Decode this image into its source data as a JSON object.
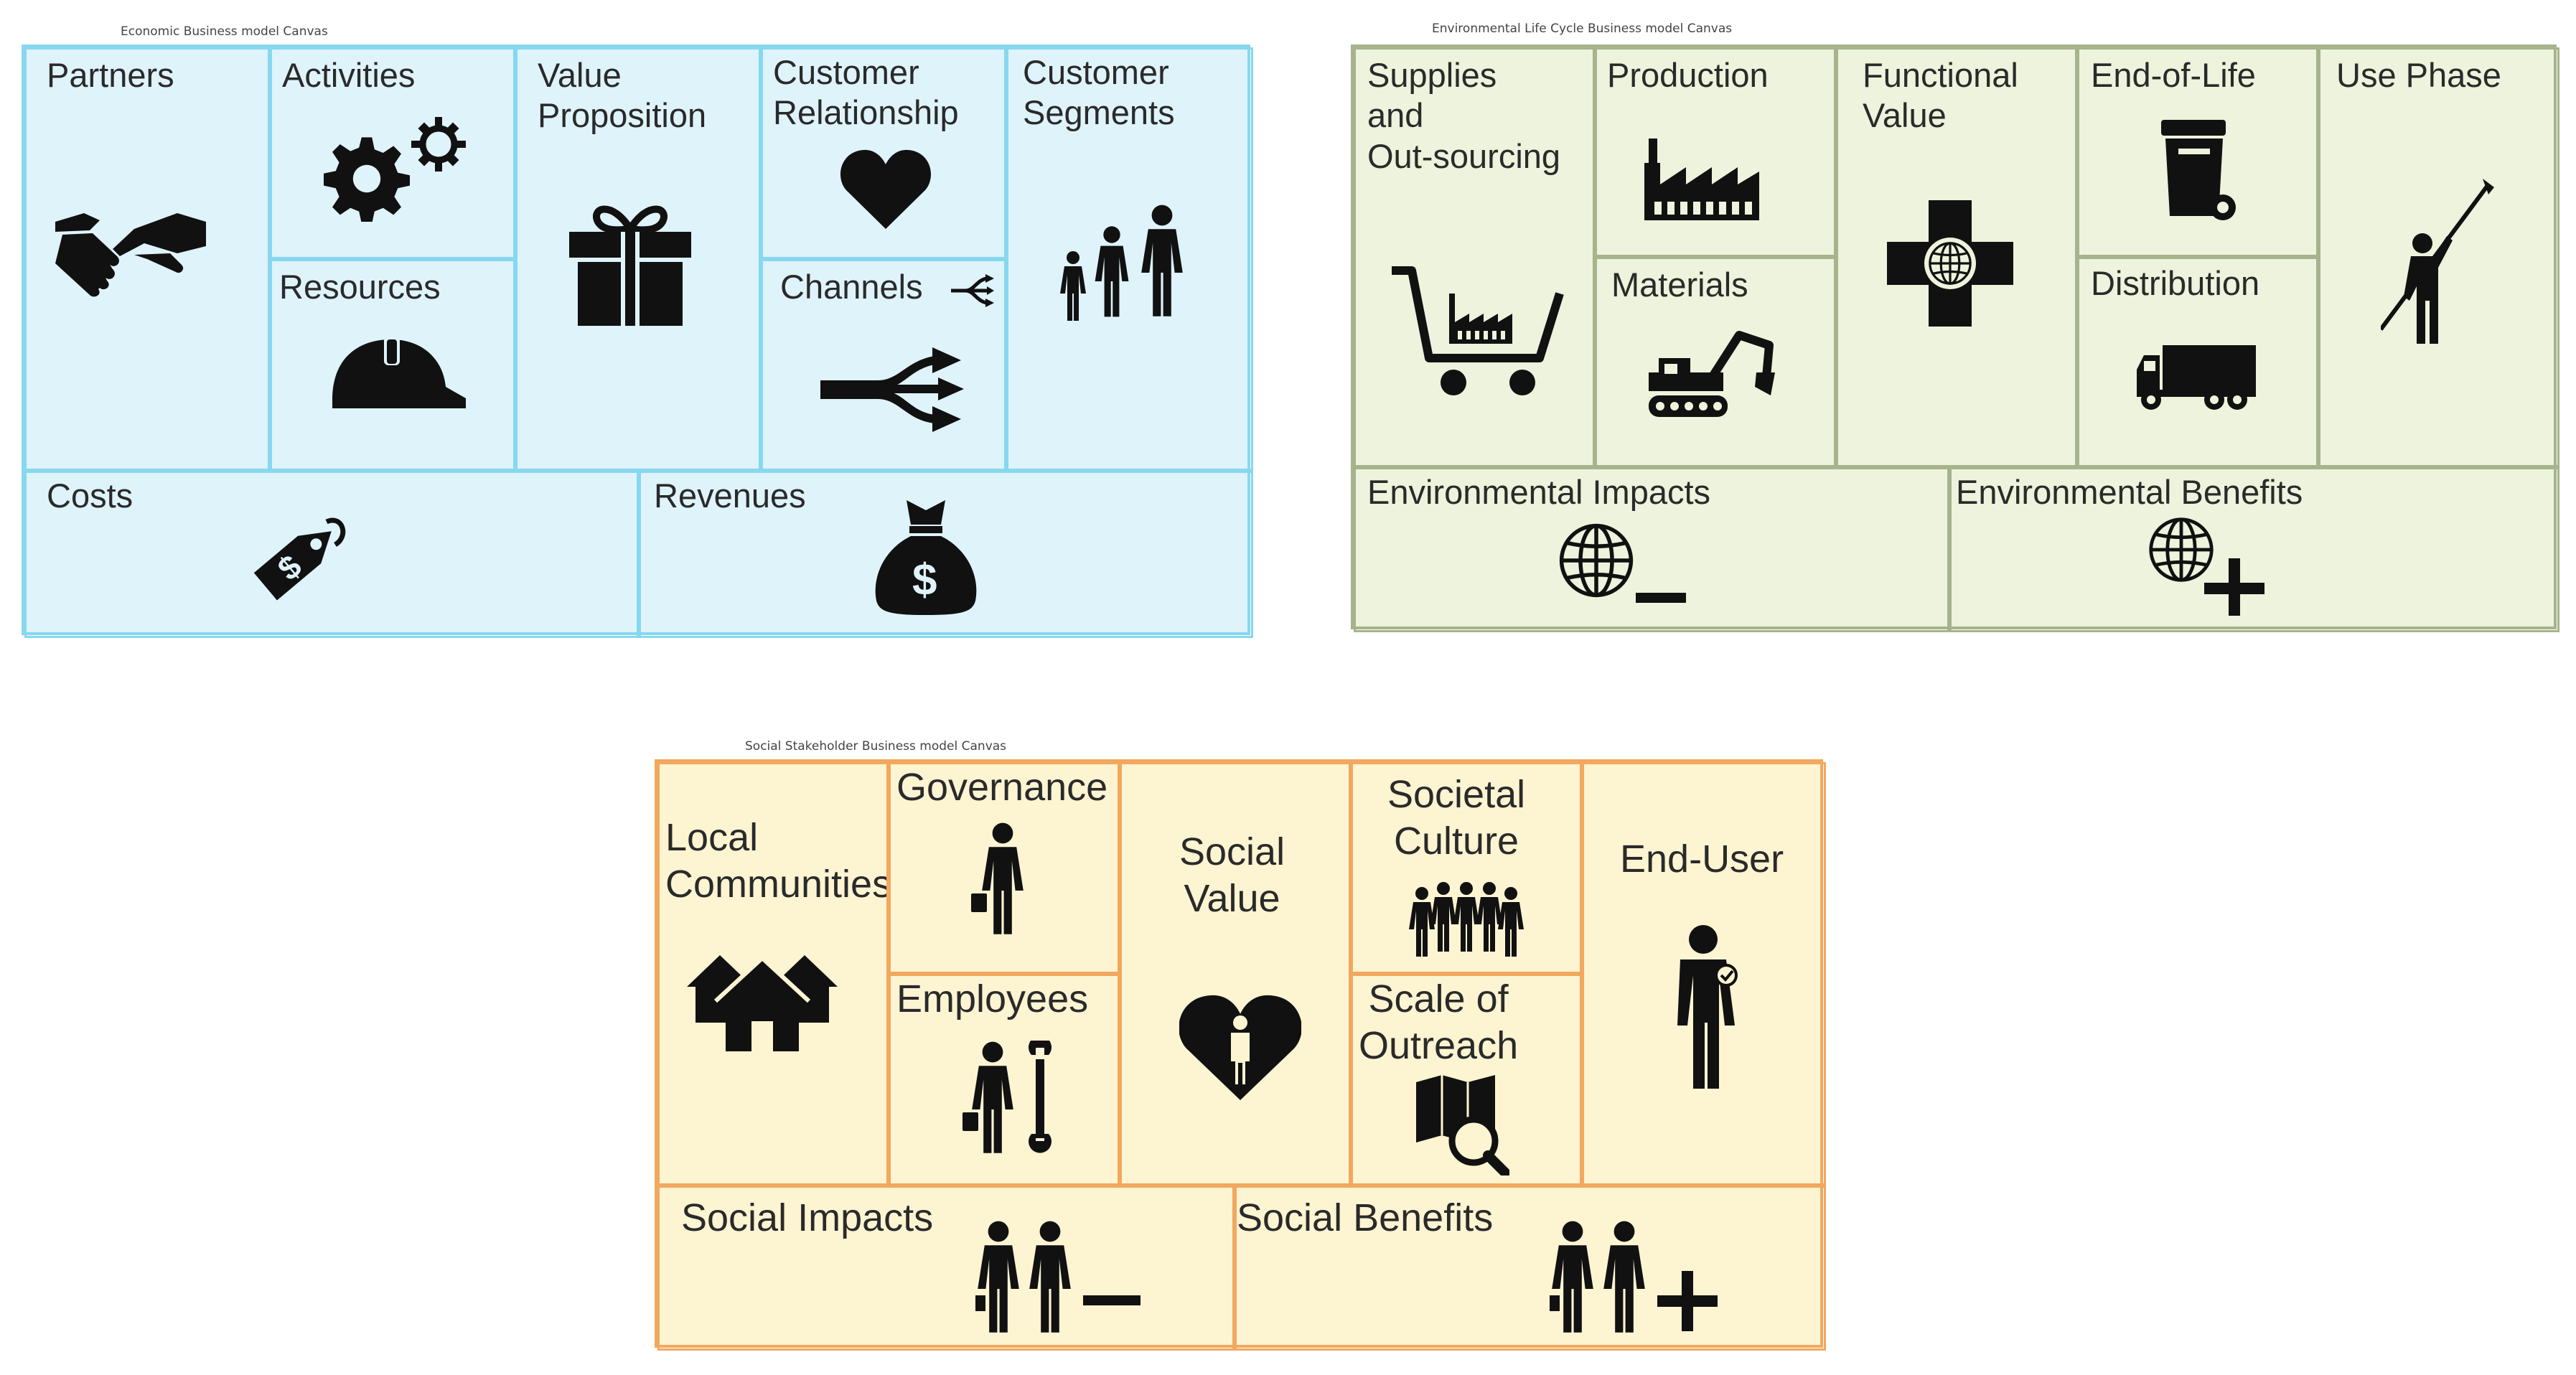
{
  "economic": {
    "title": "Economic Business model Canvas",
    "cells": {
      "partners": {
        "label": "Partners",
        "icon": "handshake-icon"
      },
      "activities": {
        "label": "Activities",
        "icon": "gears-icon"
      },
      "resources": {
        "label": "Resources",
        "icon": "hard-hat-icon"
      },
      "value_proposition": {
        "label": "Value\nProposition",
        "icon": "gift-icon"
      },
      "customer_relationship": {
        "label": "Customer\nRelationship",
        "icon": "heart-icon"
      },
      "channels": {
        "label": "Channels",
        "icon": "branching-arrows-icon"
      },
      "customer_segments": {
        "label": "Customer\nSegments",
        "icon": "family-icon"
      },
      "costs": {
        "label": "Costs",
        "icon": "price-tag-icon"
      },
      "revenues": {
        "label": "Revenues",
        "icon": "money-bag-icon"
      }
    },
    "colors": {
      "fill": "#dff3fb",
      "border": "#86d8ef"
    }
  },
  "environmental": {
    "title": "Environmental Life Cycle Business model Canvas",
    "cells": {
      "supplies": {
        "label": "Supplies\nand\nOut-sourcing",
        "icon": "shopping-cart-factory-icon"
      },
      "production": {
        "label": "Production",
        "icon": "factory-icon"
      },
      "materials": {
        "label": "Materials",
        "icon": "excavator-icon"
      },
      "functional_value": {
        "label": "Functional\nValue",
        "icon": "globe-cross-icon"
      },
      "end_of_life": {
        "label": "End-of-Life",
        "icon": "trash-bin-icon"
      },
      "distribution": {
        "label": "Distribution",
        "icon": "truck-icon"
      },
      "use_phase": {
        "label": "Use Phase",
        "icon": "person-selfie-icon"
      },
      "impacts": {
        "label": "Environmental Impacts",
        "icon": "globe-minus-icon"
      },
      "benefits": {
        "label": "Environmental Benefits",
        "icon": "globe-plus-icon"
      }
    },
    "colors": {
      "fill": "#edf3dc",
      "border": "#a6b38c"
    }
  },
  "social": {
    "title": "Social Stakeholder Business model Canvas",
    "cells": {
      "local_communities": {
        "label": "Local\nCommunities",
        "icon": "houses-icon"
      },
      "governance": {
        "label": "Governance",
        "icon": "businessman-icon"
      },
      "employees": {
        "label": "Employees",
        "icon": "worker-wrench-icon"
      },
      "social_value": {
        "label": "Social\nValue",
        "icon": "heart-person-icon"
      },
      "societal_culture": {
        "label": "Societal\nCulture",
        "icon": "group-people-icon"
      },
      "scale_of_outreach": {
        "label": "Scale of\nOutreach",
        "icon": "map-magnifier-icon"
      },
      "end_user": {
        "label": "End-User",
        "icon": "person-check-icon"
      },
      "impacts": {
        "label": "Social Impacts",
        "icon": "handshake-minus-icon"
      },
      "benefits": {
        "label": "Social Benefits",
        "icon": "handshake-plus-icon"
      }
    },
    "colors": {
      "fill": "#fdf4d2",
      "border": "#f2a85e"
    }
  }
}
